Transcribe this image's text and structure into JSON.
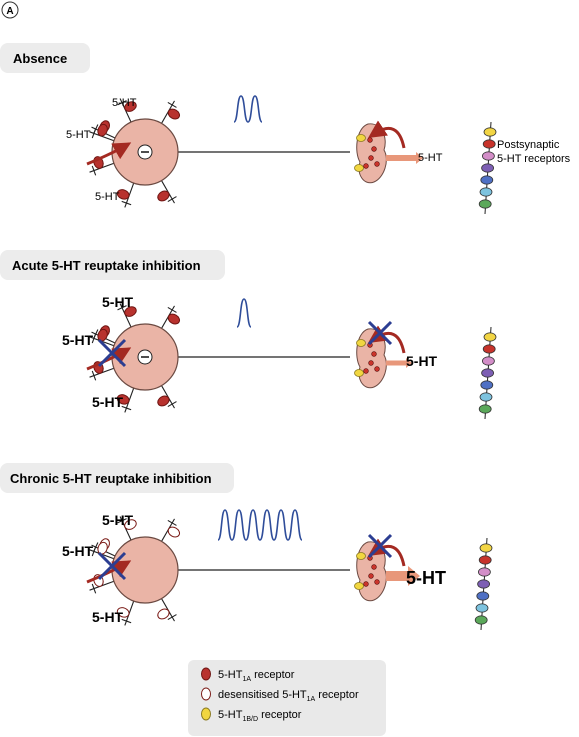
{
  "panel_letter": "A",
  "colors": {
    "soma_fill": "#eab4a6",
    "soma_stroke": "#6b4a42",
    "receptor_1a": "#b8322e",
    "receptor_1a_dark": "#6e1512",
    "receptor_1bd": "#f1d640",
    "spike": "#2f4d9a",
    "block_x": "#2c3e92",
    "curved_arrow": "#a42a22",
    "release_arrow": "#e8977a",
    "title_bg": "#ececec",
    "legend_bg": "#e9e9e9",
    "post_colors": [
      "#f2d544",
      "#c7332b",
      "#d38ec8",
      "#7d5fb4",
      "#4f70c4",
      "#7dc3df",
      "#5ba85a"
    ]
  },
  "sections": [
    {
      "title": "Absence",
      "labels": {
        "top": "5-HT",
        "left": "5-HT",
        "bottom": "5-HT",
        "release": "5-HT"
      },
      "soma_symbol": "⊖",
      "postsynaptic_label": [
        "Postsynaptic",
        "5-HT receptors"
      ]
    },
    {
      "title": "Acute 5-HT reuptake inhibition",
      "labels": {
        "top": "5-HT",
        "left": "5-HT",
        "bottom": "5-HT",
        "release": "5-HT"
      },
      "soma_symbol": "⊖"
    },
    {
      "title": "Chronic 5-HT reuptake inhibition",
      "labels": {
        "top": "5-HT",
        "left": "5-HT",
        "bottom": "5-HT",
        "release": "5-HT"
      }
    }
  ],
  "legend": {
    "items": [
      {
        "text": "5-HT",
        "sub": "1A",
        "suffix": " receptor",
        "icon": "receptor-1a-icon"
      },
      {
        "text": "desensitised 5-HT",
        "sub": "1A",
        "suffix": " receptor",
        "icon": "desensitised-receptor-icon"
      },
      {
        "text": "5-HT",
        "sub": "1B/D",
        "suffix": " receptor",
        "icon": "receptor-1bd-icon"
      }
    ]
  }
}
